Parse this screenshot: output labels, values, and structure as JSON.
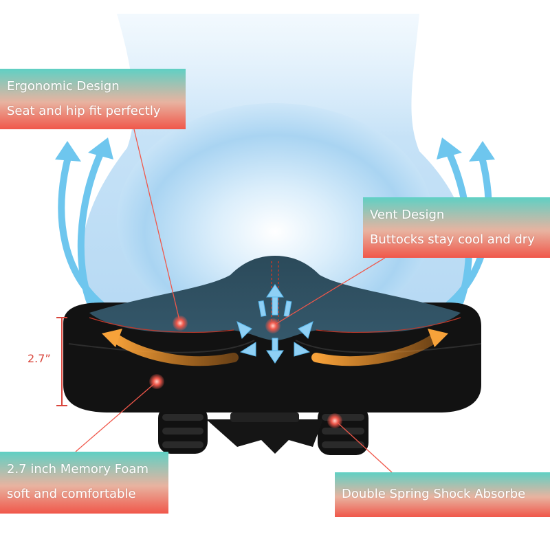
{
  "colors": {
    "accent_red": "#f0574a",
    "accent_teal": "#5fd0c4",
    "airflow_blue": "#6ec6ee",
    "foam_orange": "#f39a2b",
    "seat_black": "#111111"
  },
  "callouts": {
    "ergonomic": {
      "title": "Ergonomic Design",
      "subtitle": "Seat and hip fit perfectly"
    },
    "vent": {
      "title": "Vent Design",
      "subtitle": "Buttocks stay cool and dry"
    },
    "foam": {
      "title": "2.7 inch Memory Foam",
      "subtitle": "soft and comfortable"
    },
    "spring": {
      "title": "Double Spring Shock Absorbe"
    }
  },
  "dimension": {
    "label": "2.7”"
  },
  "icons": [
    "airflow-arrow-icon",
    "vent-arrows-icon",
    "callout-dot-icon"
  ]
}
